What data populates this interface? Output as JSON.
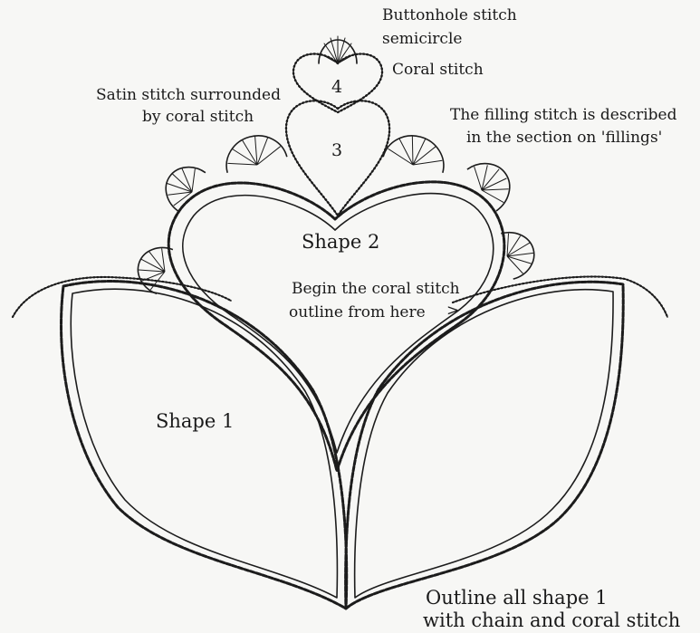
{
  "labels": {
    "buttonhole_line1": "Buttonhole stitch",
    "buttonhole_line2": "semicircle",
    "coral_stitch": "Coral stitch",
    "satin_line1": "Satin stitch surrounded",
    "satin_line2": "by coral stitch",
    "filling_line1": "The filling stitch is described",
    "filling_line2": "in the section on 'fillings'",
    "shape2": "Shape 2",
    "begin_line1": "Begin the coral stitch",
    "begin_line2": "outline from here",
    "begin_arrow": ">",
    "shape1": "Shape 1",
    "outline_line1": "Outline all shape 1",
    "outline_line2": "with chain and coral stitch"
  },
  "numbers": {
    "shape3": "3",
    "shape4": "4"
  },
  "colors": {
    "paper": "#f7f7f5",
    "ink": "#1c1c1c"
  }
}
